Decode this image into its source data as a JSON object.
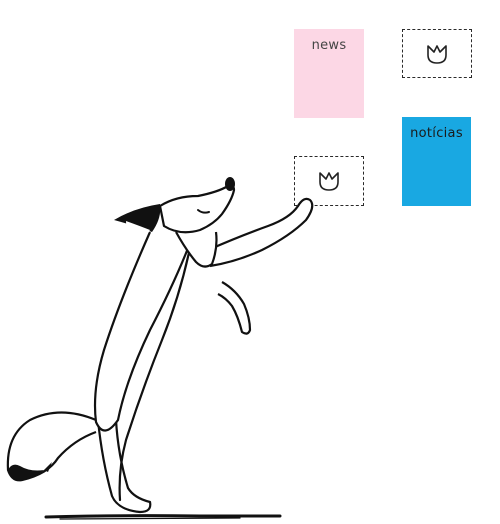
{
  "cards": {
    "news_label": "news",
    "noticias_label": "notícias",
    "news_color": "#fcd7e5",
    "noticias_color": "#19a8e2"
  },
  "slots": {
    "icon": "tulip-logo-icon"
  },
  "illustration": {
    "subject": "fox-illustration"
  }
}
